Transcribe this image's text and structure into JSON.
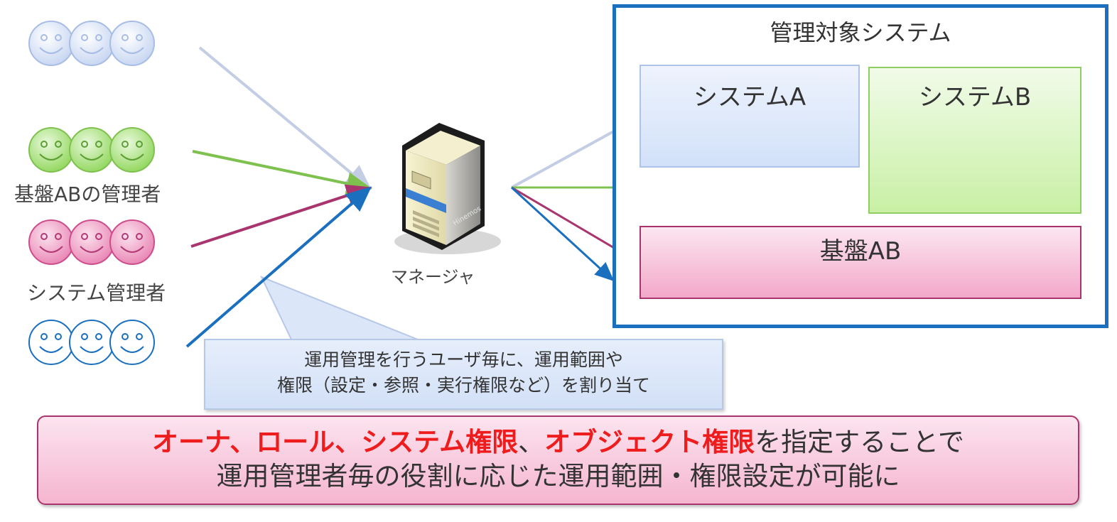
{
  "managed_system": {
    "title": "管理対象システム",
    "system_a": "システムA",
    "system_b": "システムB",
    "base_ab": "基盤AB"
  },
  "user_groups": [
    {
      "label": "",
      "color": "#a7bde6"
    },
    {
      "label": "基盤ABの管理者",
      "color": "#7fc14f"
    },
    {
      "label": "システム管理者",
      "color": "#cc4d8c"
    },
    {
      "label": "",
      "color": "#1a6fbf"
    }
  ],
  "manager": {
    "label": "マネージャ",
    "brand": "Hinemos"
  },
  "callout": {
    "line1": "運用管理を行うユーザ毎に、運用範囲や",
    "line2": "権限（設定・参照・実行権限など）を割り当て"
  },
  "banner": {
    "owner": "オーナ",
    "sep1": "、",
    "role": "ロール",
    "sep2": "、",
    "system_perm": "システム権限",
    "sep3": "、",
    "object_perm": "オブジェクト権限",
    "line1_rest": "を指定することで",
    "line2": "運用管理者毎の役割に応じた運用範囲・権限設定が可能に"
  },
  "colors": {
    "frame": "#1a6fbf",
    "highlight": "#ee1c1c",
    "arrow_light": "#c3cde4",
    "arrow_green": "#7fc14f",
    "arrow_magenta": "#a9356f",
    "arrow_blue": "#1a6fbf"
  }
}
